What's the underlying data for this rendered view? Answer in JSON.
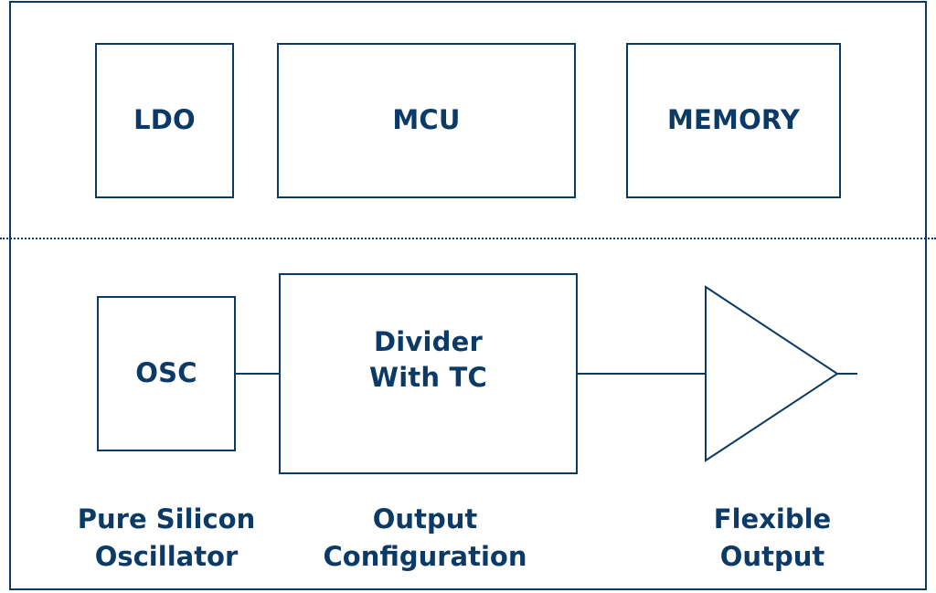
{
  "blocks": {
    "ldo": "LDO",
    "mcu": "MCU",
    "memory": "MEMORY",
    "osc": "OSC",
    "divider_line1": "Divider",
    "divider_line2": "With TC"
  },
  "captions": {
    "oscillator_line1": "Pure Silicon",
    "oscillator_line2": "Oscillator",
    "output_config_line1": "Output",
    "output_config_line2": "Configuration",
    "flexible_output_line1": "Flexible",
    "flexible_output_line2": "Output"
  },
  "colors": {
    "stroke": "#0b3a66",
    "background": "#ffffff"
  }
}
